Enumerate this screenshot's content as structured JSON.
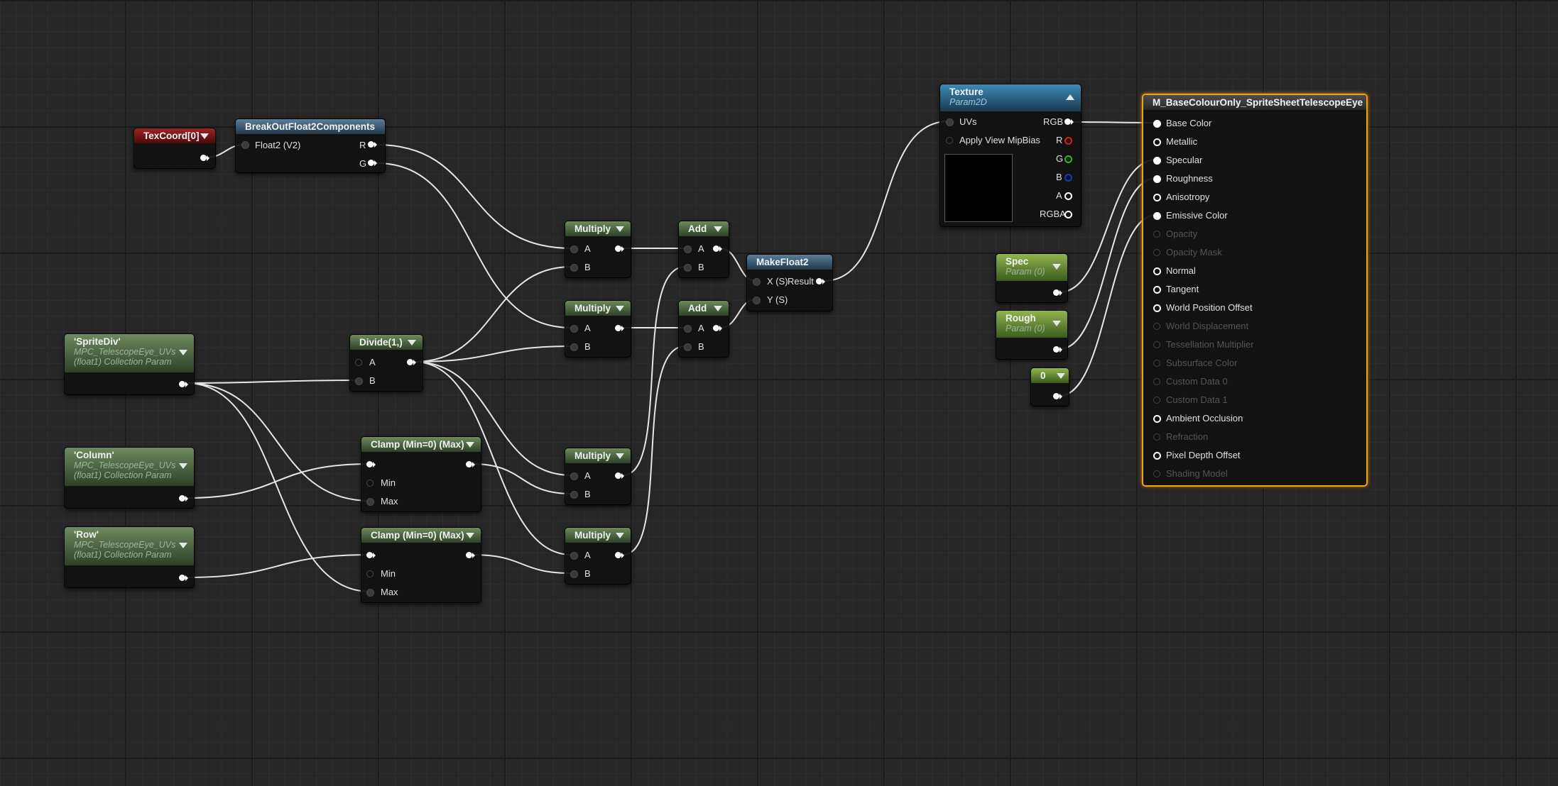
{
  "nodes": {
    "texcoord": {
      "title": "TexCoord[0]"
    },
    "breakout": {
      "title": "BreakOutFloat2Components",
      "in": "Float2 (V2)",
      "out_r": "R",
      "out_g": "G"
    },
    "spritediv": {
      "title": "'SpriteDiv'",
      "sub1": "MPC_TelescopeEye_UVs",
      "sub2": "(float1) Collection Param"
    },
    "column": {
      "title": "'Column'",
      "sub1": "MPC_TelescopeEye_UVs",
      "sub2": "(float1) Collection Param"
    },
    "row": {
      "title": "'Row'",
      "sub1": "MPC_TelescopeEye_UVs",
      "sub2": "(float1) Collection Param"
    },
    "divide": {
      "title": "Divide(1,)",
      "a": "A",
      "b": "B"
    },
    "clamp1": {
      "title": "Clamp (Min=0) (Max)",
      "min": "Min",
      "max": "Max"
    },
    "clamp2": {
      "title": "Clamp (Min=0) (Max)",
      "min": "Min",
      "max": "Max"
    },
    "mul1": {
      "title": "Multiply",
      "a": "A",
      "b": "B"
    },
    "mul2": {
      "title": "Multiply",
      "a": "A",
      "b": "B"
    },
    "mul3": {
      "title": "Multiply",
      "a": "A",
      "b": "B"
    },
    "mul4": {
      "title": "Multiply",
      "a": "A",
      "b": "B"
    },
    "add1": {
      "title": "Add",
      "a": "A",
      "b": "B"
    },
    "add2": {
      "title": "Add",
      "a": "A",
      "b": "B"
    },
    "makefloat2": {
      "title": "MakeFloat2",
      "x": "X (S)",
      "result": "Result",
      "y": "Y (S)"
    },
    "texture": {
      "title": "Texture",
      "sub": "Param2D",
      "uvs": "UVs",
      "mipbias": "Apply View MipBias",
      "rgb": "RGB",
      "r": "R",
      "g": "G",
      "b": "B",
      "a": "A",
      "rgba": "RGBA"
    },
    "spec": {
      "title": "Spec",
      "sub": "Param (0)"
    },
    "rough": {
      "title": "Rough",
      "sub": "Param (0)"
    },
    "zero": {
      "title": "0"
    },
    "material": {
      "title": "M_BaseColourOnly_SpriteSheetTelescopeEye",
      "pins": [
        {
          "label": "Base Color",
          "active": true
        },
        {
          "label": "Metallic",
          "active": true
        },
        {
          "label": "Specular",
          "active": true
        },
        {
          "label": "Roughness",
          "active": true
        },
        {
          "label": "Anisotropy",
          "active": true
        },
        {
          "label": "Emissive Color",
          "active": true
        },
        {
          "label": "Opacity",
          "active": false
        },
        {
          "label": "Opacity Mask",
          "active": false
        },
        {
          "label": "Normal",
          "active": true
        },
        {
          "label": "Tangent",
          "active": true
        },
        {
          "label": "World Position Offset",
          "active": true
        },
        {
          "label": "World Displacement",
          "active": false
        },
        {
          "label": "Tessellation Multiplier",
          "active": false
        },
        {
          "label": "Subsurface Color",
          "active": false
        },
        {
          "label": "Custom Data 0",
          "active": false
        },
        {
          "label": "Custom Data 1",
          "active": false
        },
        {
          "label": "Ambient Occlusion",
          "active": true
        },
        {
          "label": "Refraction",
          "active": false
        },
        {
          "label": "Pixel Depth Offset",
          "active": true
        },
        {
          "label": "Shading Model",
          "active": false
        }
      ]
    }
  },
  "colors": {
    "wire": "#e6e6e6",
    "material_outline": "#f0a020",
    "grid_bg": "#262626"
  }
}
